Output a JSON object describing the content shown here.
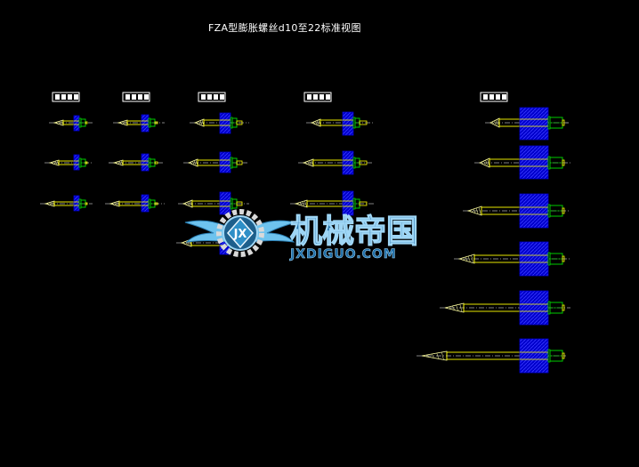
{
  "title": "FZA型膨胀螺丝d10至22标准视图",
  "drawing": {
    "column_labels": [
      "d10",
      "d12",
      "d16",
      "d18",
      "d22"
    ],
    "column_label_note": "column header labels are illegible at screenshot resolution; names are semantic placeholders",
    "colors": {
      "background": "#000000",
      "bolt_outline": "#ffff00",
      "thread_tip": "#ffffa0",
      "anchor_plate": "#0000cc",
      "anchor_hatch": "#3030ff",
      "nut": "#00cc00",
      "centerline": "#ffffff",
      "header_box": "#ffffff"
    }
  },
  "watermark": {
    "chinese": "机械帝国",
    "english": "JXDIGUO.COM",
    "emblem_letters": "JX"
  }
}
